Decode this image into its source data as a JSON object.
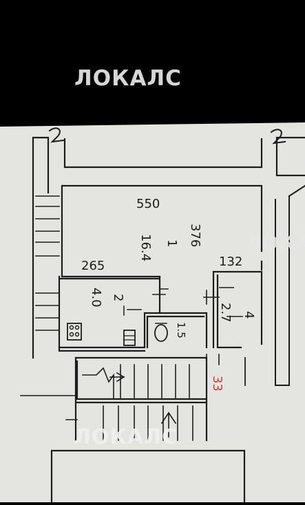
{
  "watermarks": {
    "top": "ЛОКАЛС",
    "right": "ЛОКАЛС",
    "bottom": "ЛОКАЛС"
  },
  "plan": {
    "axis_labels": {
      "left": "2",
      "right": "2"
    },
    "room1": {
      "number": "1",
      "area": "16.4",
      "width": "550",
      "depth": "376"
    },
    "room2": {
      "number": "2",
      "area": "4.0",
      "width": "265"
    },
    "room3": {
      "area": "1.5"
    },
    "room4": {
      "number": "4",
      "area": "2.7",
      "width": "132"
    },
    "stair_number": "33"
  },
  "colors": {
    "paper": "#e4e5e0",
    "ink": "#1c1c1c",
    "red": "#d23a2f",
    "background": "#000000"
  }
}
